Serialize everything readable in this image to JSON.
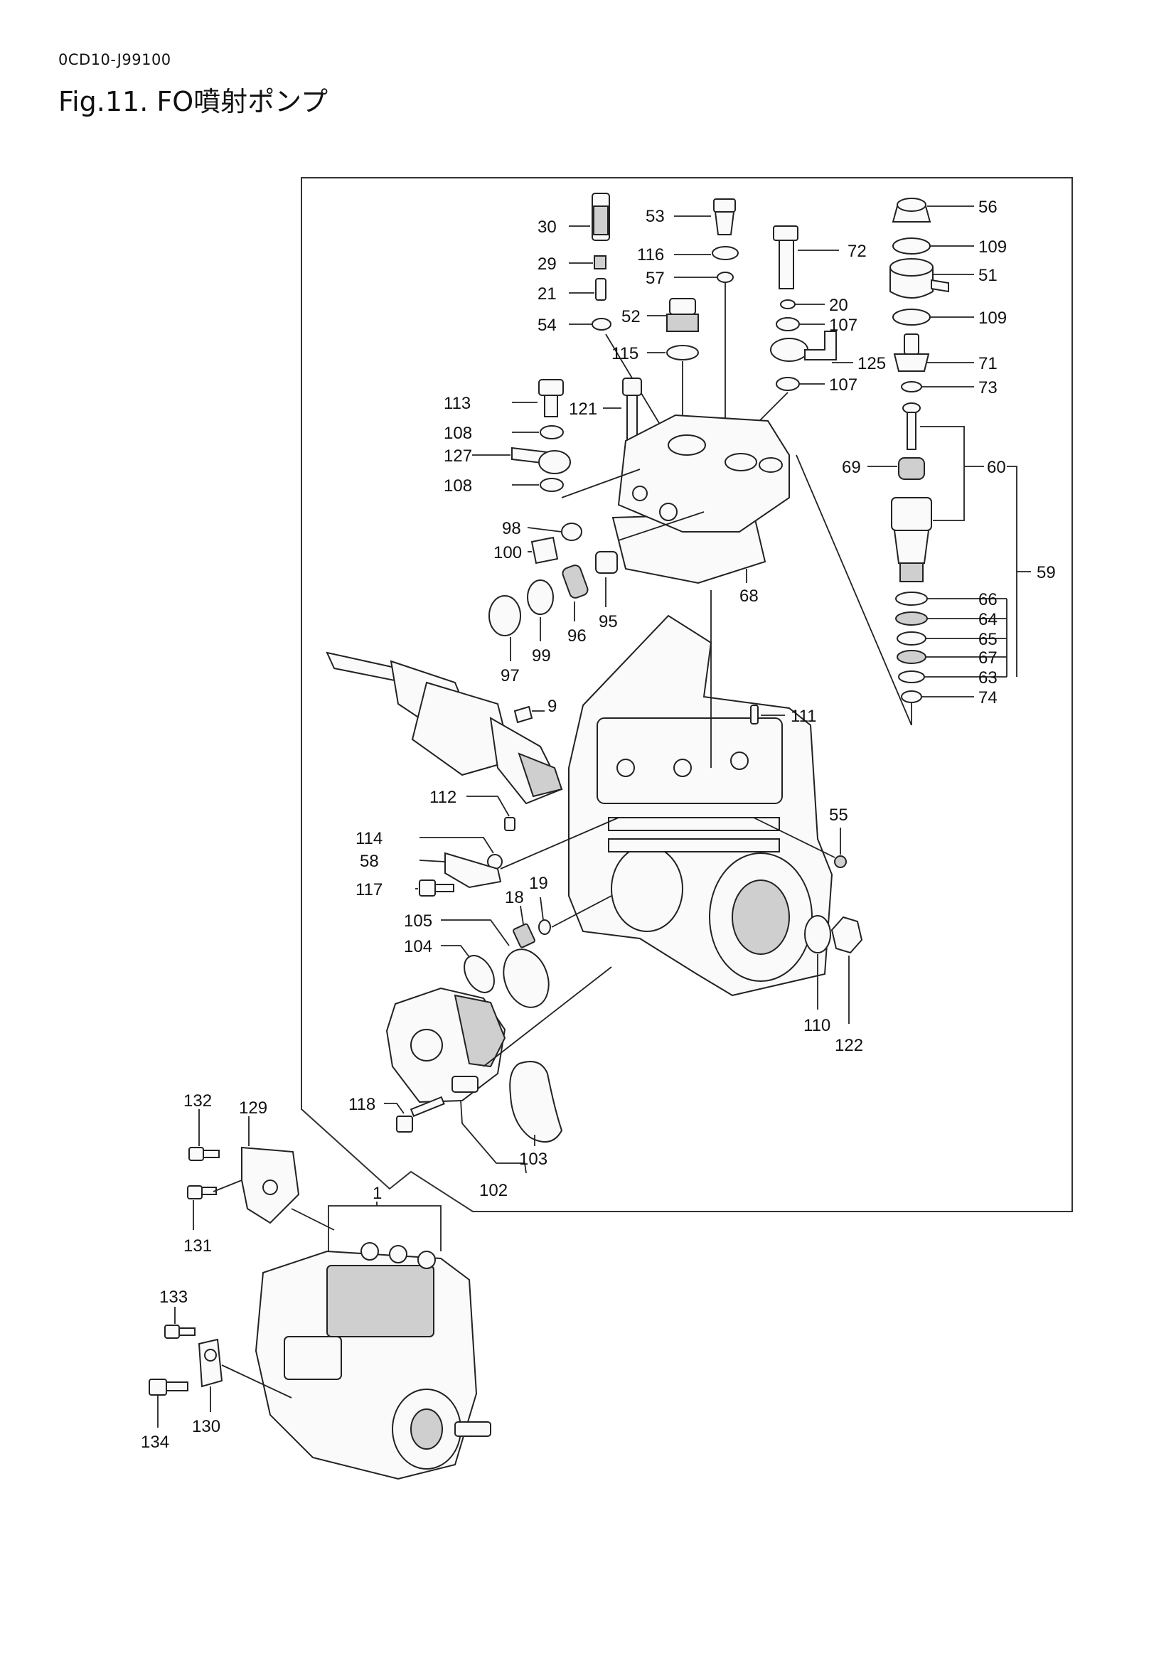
{
  "document": {
    "code": "0CD10-J99100",
    "title": "Fig.11.  FO噴射ポンプ"
  },
  "labels": {
    "l30": "30",
    "l29": "29",
    "l21": "21",
    "l54": "54",
    "l53": "53",
    "l116": "116",
    "l57": "57",
    "l52": "52",
    "l115": "115",
    "l72": "72",
    "l20": "20",
    "l107a": "107",
    "l125": "125",
    "l107b": "107",
    "l56": "56",
    "l109a": "109",
    "l51": "51",
    "l109b": "109",
    "l71": "71",
    "l73": "73",
    "l60": "60",
    "l69": "69",
    "l59": "59",
    "l66": "66",
    "l64": "64",
    "l65": "65",
    "l67": "67",
    "l63": "63",
    "l74": "74",
    "l113": "113",
    "l121": "121",
    "l108a": "108",
    "l127": "127",
    "l108b": "108",
    "l98": "98",
    "l100": "100",
    "l68": "68",
    "l96": "96",
    "l95": "95",
    "l99": "99",
    "l97": "97",
    "l9": "9",
    "l111": "111",
    "l112": "112",
    "l114": "114",
    "l58": "58",
    "l117": "117",
    "l55": "55",
    "l18": "18",
    "l19": "19",
    "l105": "105",
    "l104": "104",
    "l110": "110",
    "l122": "122",
    "l118": "118",
    "l103": "103",
    "l102": "102",
    "l132": "132",
    "l129": "129",
    "l131": "131",
    "l1": "1",
    "l133": "133",
    "l134": "134",
    "l130": "130"
  }
}
